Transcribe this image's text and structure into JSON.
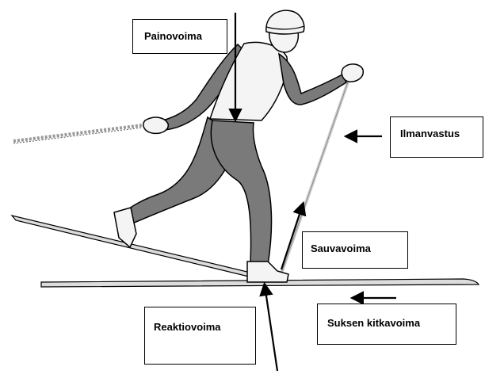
{
  "labels": {
    "painovoima": "Painovoima",
    "ilmanvastus": "Ilmanvastus",
    "sauvavoima": "Sauvavoima",
    "reaktiovoima": "Reaktiovoima",
    "suksen_kitkavoima": "Suksen kitkavoima"
  },
  "colors": {
    "figure_fill": "#7a7a7a",
    "outline": "#000000",
    "ski_fill": "#dcdcdc",
    "background": "#ffffff"
  }
}
